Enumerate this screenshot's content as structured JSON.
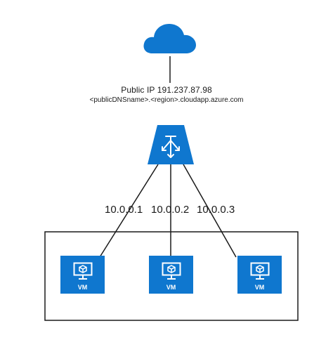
{
  "diagram": {
    "cloud_icon": "cloud-icon",
    "load_balancer_icon": "load-balancer-icon",
    "public_ip_text": "Public IP 191.237.87.98",
    "dns_text": "<publicDNSname>.<region>.cloudapp.azure.com",
    "ips": [
      "10.0.0.1",
      "10.0.0.2",
      "10.0.0.3"
    ],
    "vms": [
      {
        "label": "VM",
        "icon": "vm-icon"
      },
      {
        "label": "VM",
        "icon": "vm-icon"
      },
      {
        "label": "VM",
        "icon": "vm-icon"
      }
    ],
    "colors": {
      "accent": "#0f77cf",
      "line": "#1a1a1a"
    }
  }
}
